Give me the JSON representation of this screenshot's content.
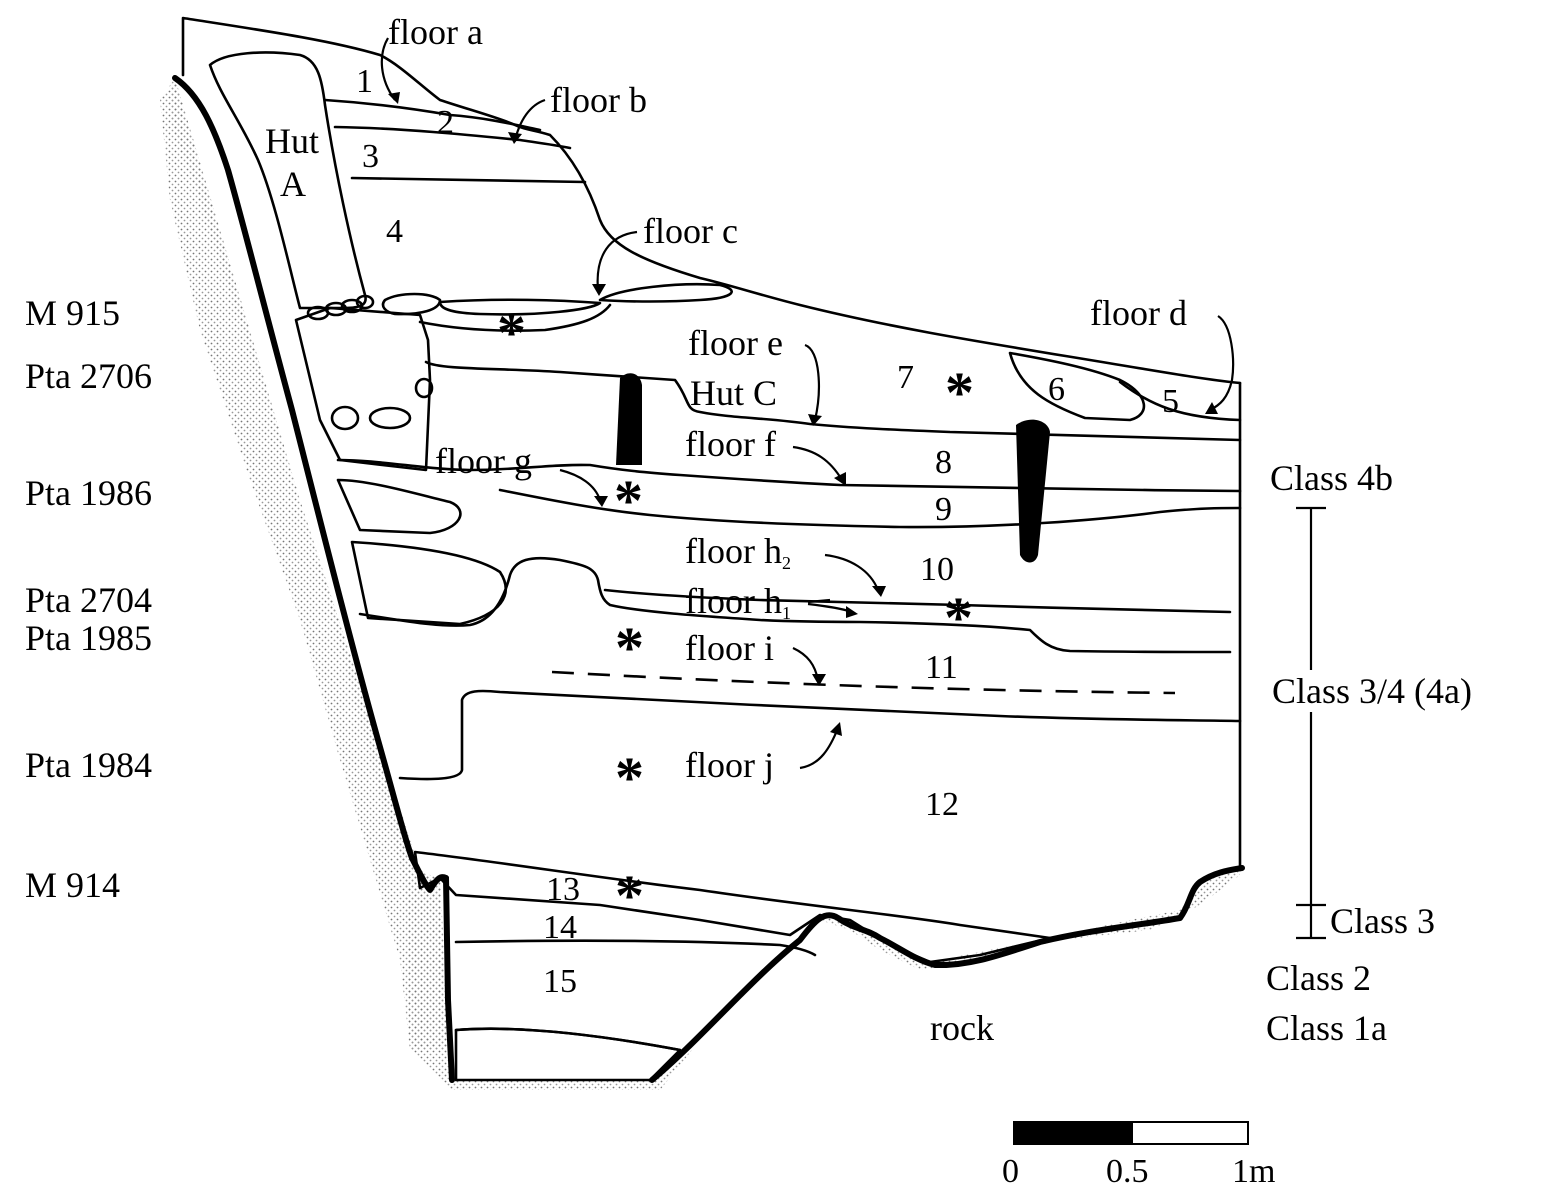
{
  "layers": [
    "1",
    "2",
    "3",
    "4",
    "5",
    "6",
    "7",
    "8",
    "9",
    "10",
    "11",
    "12",
    "13",
    "14",
    "15"
  ],
  "floors": {
    "a": "floor a",
    "b": "floor b",
    "c": "floor c",
    "d": "floor d",
    "e": "floor e",
    "f": "floor f",
    "g": "floor g",
    "h2_base": "floor h",
    "h2_sub": "2",
    "h1_base": "floor h",
    "h1_sub": "1",
    "i": "floor i",
    "j": "floor j"
  },
  "huts": {
    "a_line1": "Hut",
    "a_line2": "A",
    "c": "Hut C"
  },
  "rock": "rock",
  "dates": [
    "M 915",
    "Pta 2706",
    "Pta 1986",
    "Pta 2704",
    "Pta 1985",
    "Pta 1984",
    "M 914"
  ],
  "classes": [
    "Class 4b",
    "Class 3/4 (4a)",
    "Class 3",
    "Class 2",
    "Class 1a"
  ],
  "scale": {
    "ticks": [
      "0",
      "0.5",
      "1m"
    ]
  },
  "sample_marker": "*"
}
